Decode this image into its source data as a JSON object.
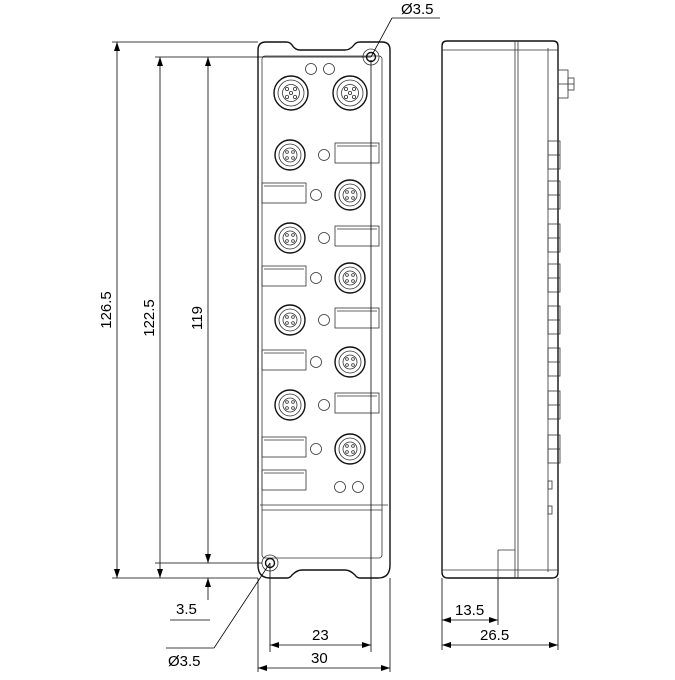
{
  "title": "",
  "dimensions": {
    "total_height": "126.5",
    "hole_spacing_height": "122.5",
    "body_height": "119",
    "hole_offset_bottom": "3.5",
    "hole_diameter_top": "Ø3.5",
    "hole_diameter_bottom": "Ø3.5",
    "hole_spacing_width": "23",
    "total_width": "30",
    "side_depth_offset": "13.5",
    "side_total_depth": "26.5"
  },
  "views": {
    "front": {
      "m12_connectors": 2,
      "m8_connectors": 8,
      "label_fields": 9,
      "leds": 12
    },
    "side": {
      "connector_stubs": 8
    }
  }
}
